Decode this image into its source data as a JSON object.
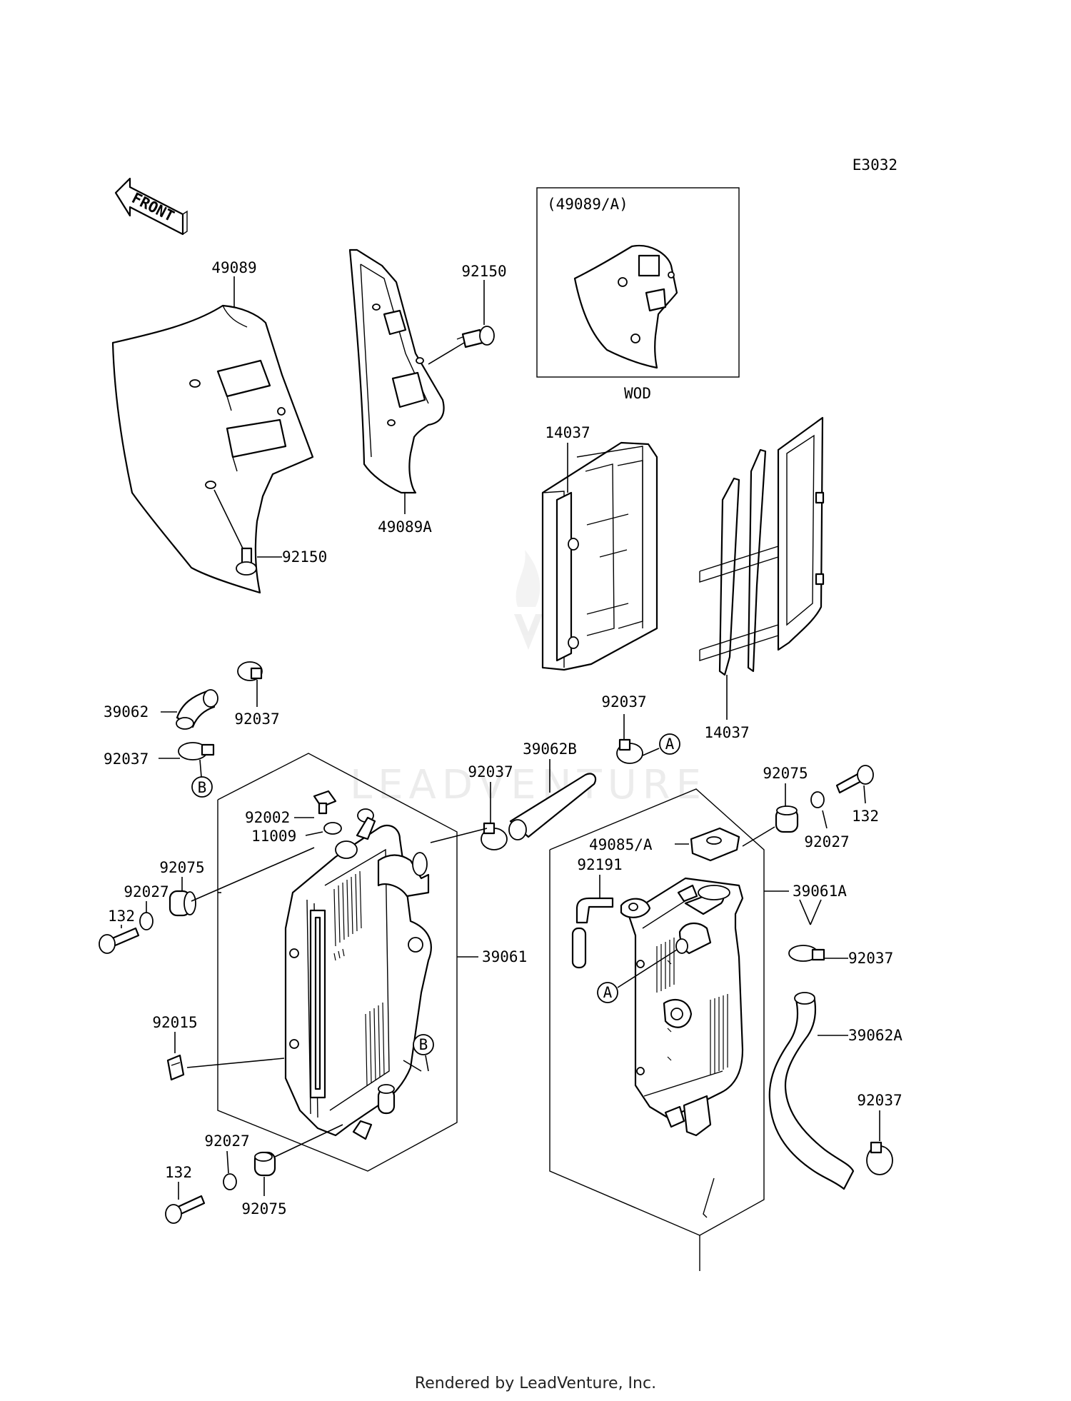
{
  "diagram_code": "E3032",
  "front_label": "FRONT",
  "inset": {
    "title": "(49089/A)",
    "caption": "WOD"
  },
  "callouts": [
    "A",
    "B"
  ],
  "parts": {
    "shroud_left": "49089",
    "shroud_right": "49089A",
    "bolt_shroud_top": "92150",
    "bolt_shroud_bottom": "92150",
    "guard_front": "14037",
    "guard_rear": "14037",
    "hose_short": "39062",
    "clamp_upper_left": "92037",
    "clamp_left": "92037",
    "clamp_upper_mid": "92037",
    "hose_mid": "39062B",
    "clamp_mid": "92037",
    "bolt_cap": "92002",
    "washer_cap": "11009",
    "grommet_left_top": "92075",
    "collar_left_top": "92027",
    "bolt_left_top": "132",
    "radiator_left": "39061",
    "clip": "92015",
    "collar_left_bottom": "92027",
    "bolt_left_bottom": "132",
    "grommet_left_bottom": "92075",
    "grommet_right": "92075",
    "bolt_right": "132",
    "collar_right": "92027",
    "cap": "49085/A",
    "hose_breather": "92191",
    "radiator_right": "39061A",
    "clamp_right_top": "92037",
    "hose_long": "39062A",
    "clamp_right_bottom": "92037"
  },
  "watermark": "LEADVENTURE",
  "footer": "Rendered by LeadVenture, Inc."
}
